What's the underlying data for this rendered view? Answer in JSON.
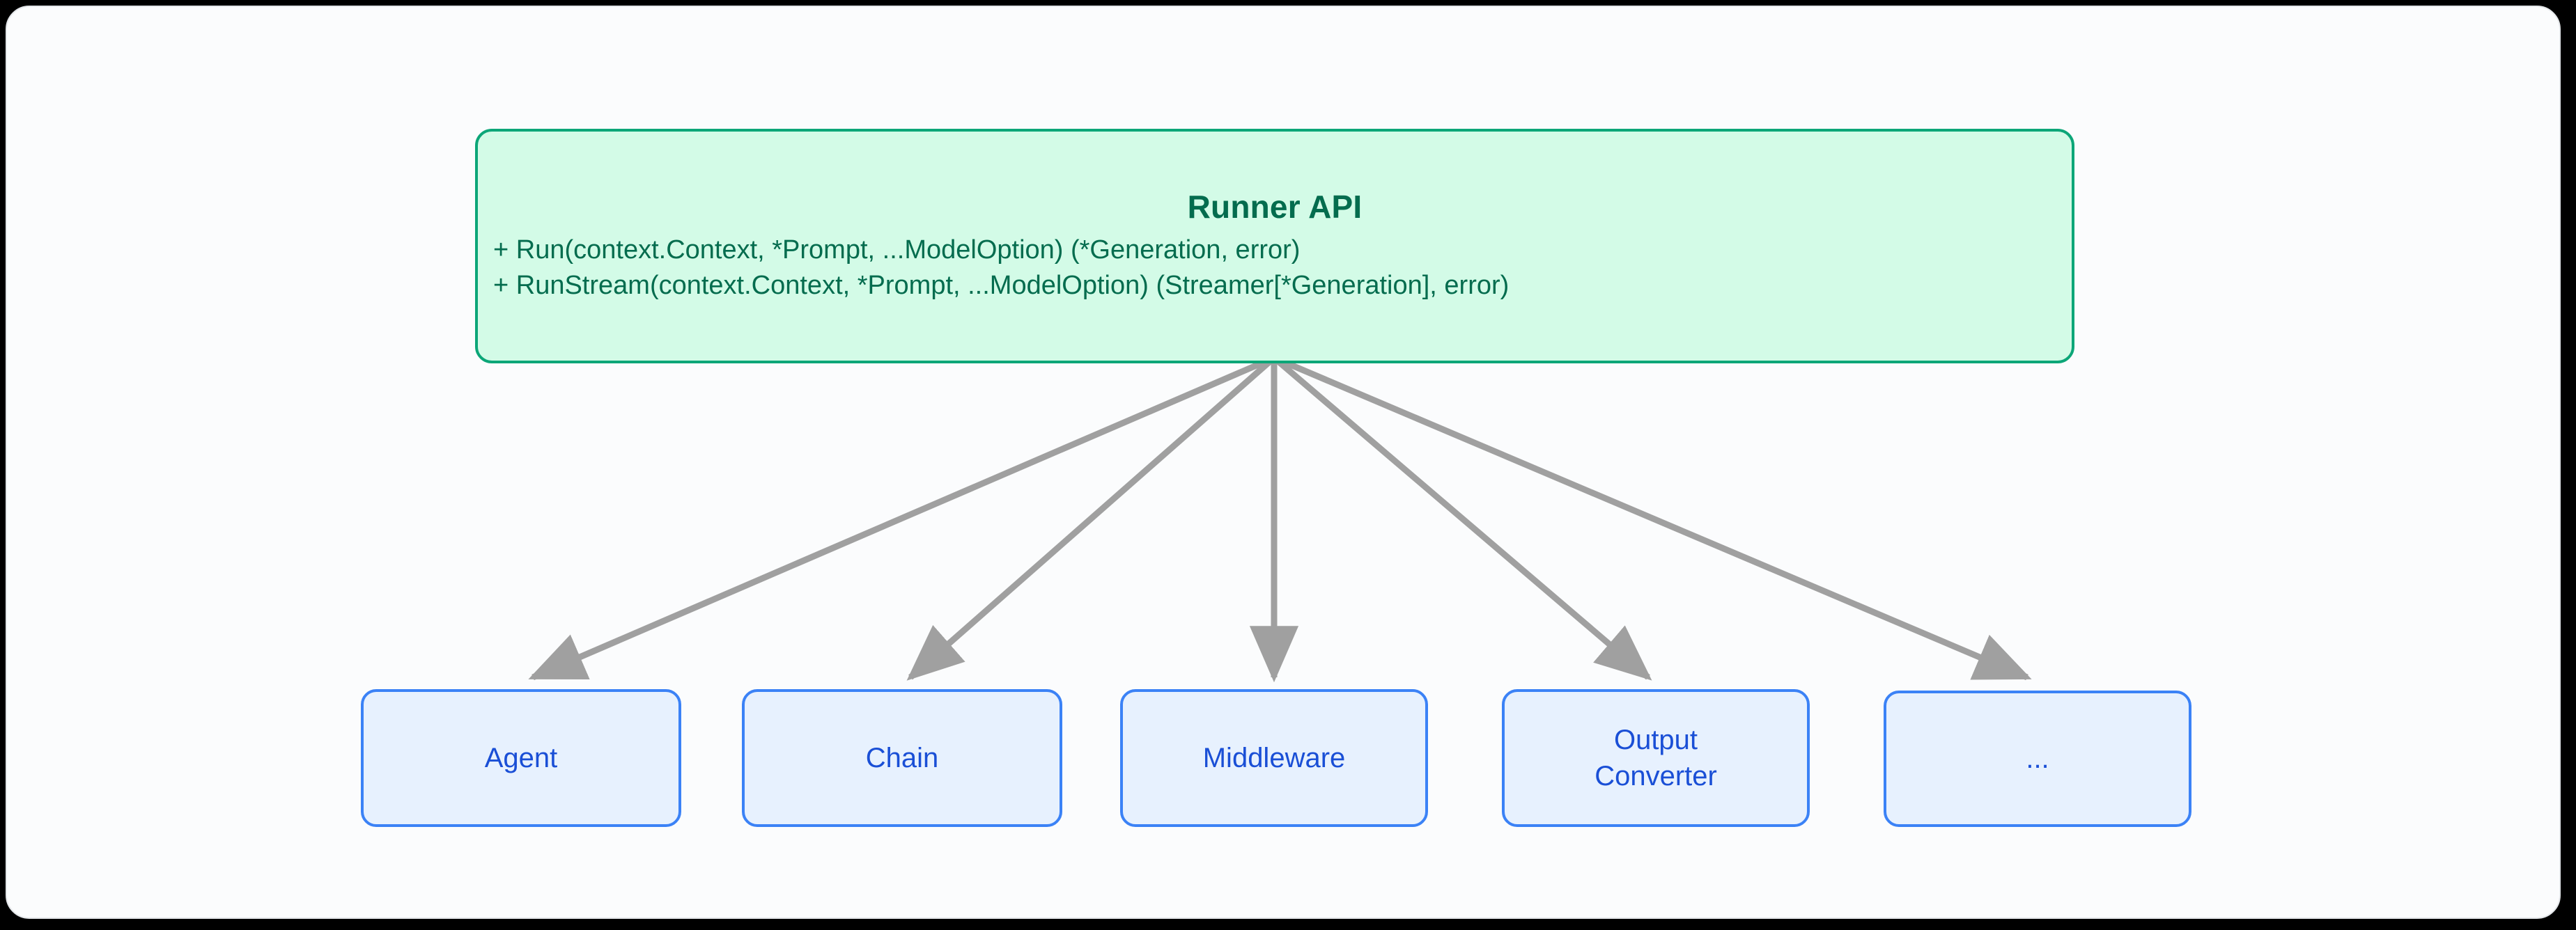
{
  "diagram": {
    "type": "hierarchy-tree",
    "title": "Runner API interface hierarchy",
    "background_color": "#fbfcfd",
    "frame_border_color": "#e3e6e9"
  },
  "colors": {
    "root_fill": "#d3fbe7",
    "root_border": "#0ca678",
    "root_text": "#046c4e",
    "leaf_fill": "#e7f1fe",
    "leaf_border": "#3b82f6",
    "leaf_text": "#1a4fd6",
    "connector": "#a0a0a0"
  },
  "root_node": {
    "id": "runner-api",
    "title": "Runner API",
    "methods": [
      "+ Run(context.Context, *Prompt, ...ModelOption) (*Generation, error)",
      "+ RunStream(context.Context, *Prompt, ...ModelOption) (Streamer[*Generation], error)"
    ]
  },
  "leaf_nodes": [
    {
      "id": "agent",
      "label": "Agent"
    },
    {
      "id": "chain",
      "label": "Chain"
    },
    {
      "id": "middleware",
      "label": "Middleware"
    },
    {
      "id": "output-converter",
      "label": "Output\nConverter"
    },
    {
      "id": "more",
      "label": "..."
    }
  ],
  "connectors": [
    {
      "from": "runner-api",
      "to": "agent",
      "arrowhead": "filled-triangle"
    },
    {
      "from": "runner-api",
      "to": "chain",
      "arrowhead": "filled-triangle"
    },
    {
      "from": "runner-api",
      "to": "middleware",
      "arrowhead": "filled-triangle"
    },
    {
      "from": "runner-api",
      "to": "output-converter",
      "arrowhead": "filled-triangle"
    },
    {
      "from": "runner-api",
      "to": "more",
      "arrowhead": "filled-triangle"
    }
  ]
}
